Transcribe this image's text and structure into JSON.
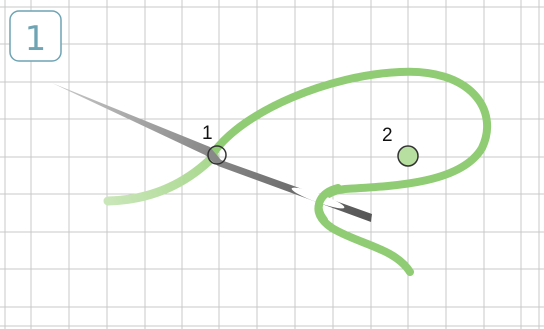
{
  "step_badge": {
    "label": "1"
  },
  "points": [
    {
      "id": "point-1",
      "label": "1"
    },
    {
      "id": "point-2",
      "label": "2"
    }
  ],
  "colors": {
    "grid": "#c8c8c8",
    "badge_border": "#6fa4b4",
    "badge_text": "#6fa4b4",
    "thread": "#8fcc73",
    "thread_faded": "#bfe2aa",
    "needle_dark": "#626262",
    "needle_light": "#b4b4b4",
    "point_fill": "#b7dfa0",
    "point_stroke": "#333333"
  },
  "icons": {
    "needle": "sewing-needle-icon",
    "thread": "thread-strand"
  }
}
